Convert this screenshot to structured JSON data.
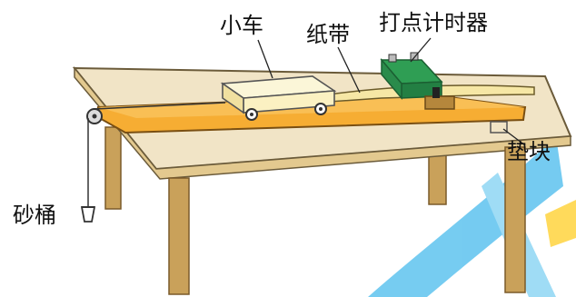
{
  "labels": {
    "cart": "小车",
    "tape": "纸带",
    "timer": "打点计时器",
    "block": "垫块",
    "bucket": "砂桶"
  },
  "colors": {
    "tabletop": "#f1e4c6",
    "wood": "#c9a15a",
    "wood_dark": "#9c7636",
    "board": "#f6ad33",
    "cart": "#fbf1c2",
    "timer": "#2f9e54",
    "watermark_blue": "#5ec3ef",
    "watermark_yellow": "#ffd43f"
  }
}
